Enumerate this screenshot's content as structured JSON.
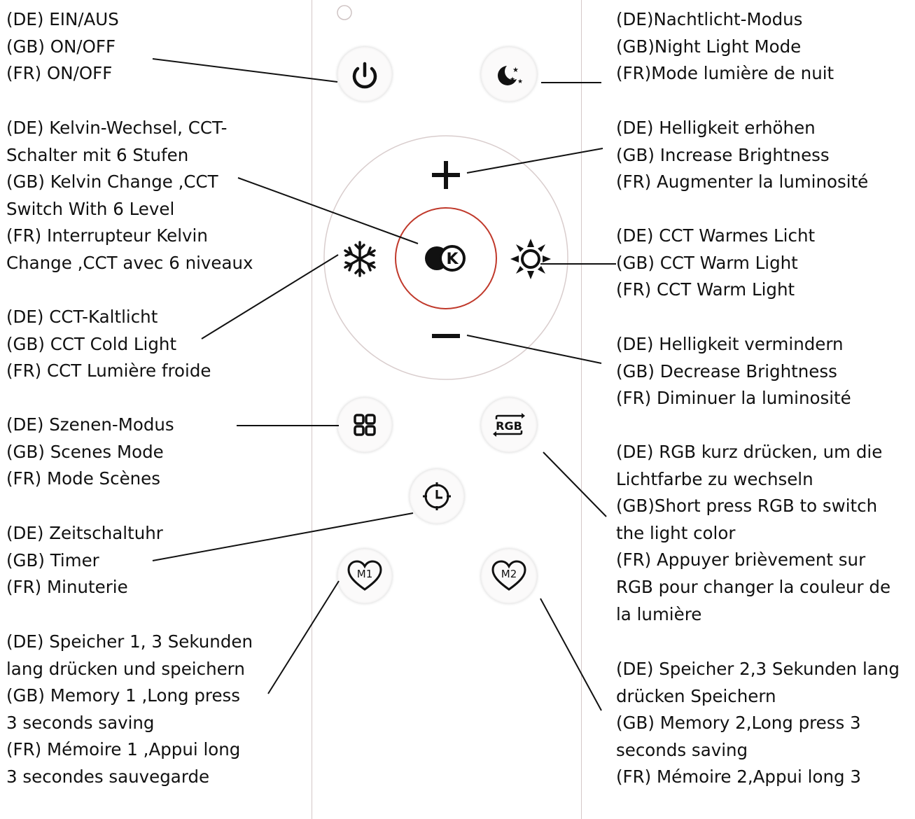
{
  "labels": {
    "power": [
      "(DE) EIN/AUS",
      "(GB) ON/OFF",
      "(FR) ON/OFF"
    ],
    "kelvin": [
      "(DE) Kelvin-Wechsel, CCT-",
      "Schalter mit 6 Stufen",
      "(GB) Kelvin Change ,CCT",
      "Switch With 6 Level",
      "(FR) Interrupteur Kelvin",
      "Change ,CCT avec 6 niveaux"
    ],
    "cold": [
      "(DE) CCT-Kaltlicht",
      "(GB) CCT Cold Light",
      "(FR) CCT Lumière froide"
    ],
    "scenes": [
      "(DE) Szenen-Modus",
      "(GB) Scenes Mode",
      "(FR) Mode Scènes"
    ],
    "timer": [
      "(DE) Zeitschaltuhr",
      "(GB) Timer",
      "(FR) Minuterie"
    ],
    "memory1": [
      "(DE) Speicher 1, 3 Sekunden",
      "lang drücken und speichern",
      "(GB) Memory 1 ,Long press",
      "3 seconds saving",
      "(FR) Mémoire 1 ,Appui long",
      "3 secondes sauvegarde"
    ],
    "night": [
      "(DE)Nachtlicht-Modus",
      "(GB)Night Light Mode",
      "(FR)Mode lumière de nuit"
    ],
    "increase": [
      "(DE) Helligkeit erhöhen",
      "(GB) Increase Brightness",
      "(FR) Augmenter la luminosité"
    ],
    "warm": [
      "(DE) CCT Warmes Licht",
      "(GB) CCT Warm Light",
      "(FR) CCT Warm Light"
    ],
    "decrease": [
      "(DE) Helligkeit vermindern",
      "(GB) Decrease Brightness",
      "(FR) Diminuer la luminosité"
    ],
    "rgb": [
      "(DE) RGB kurz drücken, um die",
      "Lichtfarbe zu wechseln",
      "(GB)Short press RGB to switch",
      "the light color",
      "(FR) Appuyer brièvement sur",
      "RGB pour changer la couleur de",
      "la lumière"
    ],
    "memory2": [
      "(DE) Speicher 2,3 Sekunden lang",
      "drücken Speichern",
      "(GB) Memory 2,Long press 3",
      "seconds saving",
      "(FR) Mémoire 2,Appui long 3"
    ]
  },
  "buttons": {
    "k_letter": "K",
    "rgb_text": "RGB",
    "m1_text": "M1",
    "m2_text": "M2"
  },
  "icons": {
    "power": "power-icon",
    "night": "moon-stars-icon",
    "plus": "plus-icon",
    "minus": "minus-icon",
    "kelvin": "kelvin-k-icon",
    "cold": "snowflake-icon",
    "warm": "sun-icon",
    "scenes": "grid-icon",
    "rgb": "rgb-cycle-icon",
    "timer": "clock-icon",
    "memory1": "heart-m1-icon",
    "memory2": "heart-m2-icon"
  },
  "colors": {
    "text": "#111111",
    "kelvin_ring": "#c0392b",
    "remote_edge": "#d4c7c7"
  }
}
